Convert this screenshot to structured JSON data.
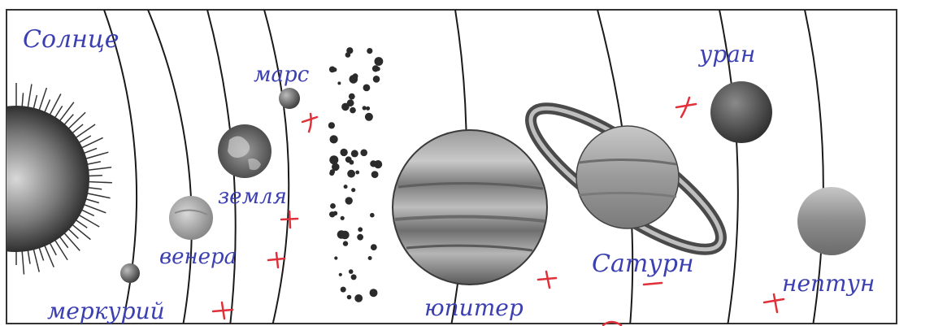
{
  "labels": {
    "sun": "Солнце",
    "mercury": "меркурий",
    "venus": "венера",
    "earth": "земля",
    "mars": "марс",
    "jupiter": "юпитер",
    "saturn": "Сатурн",
    "uranus": "уран",
    "neptune": "нептун"
  },
  "colors": {
    "handwriting": "#3b3fb0",
    "check_mark": "#e0303a",
    "ink": "#222222"
  }
}
